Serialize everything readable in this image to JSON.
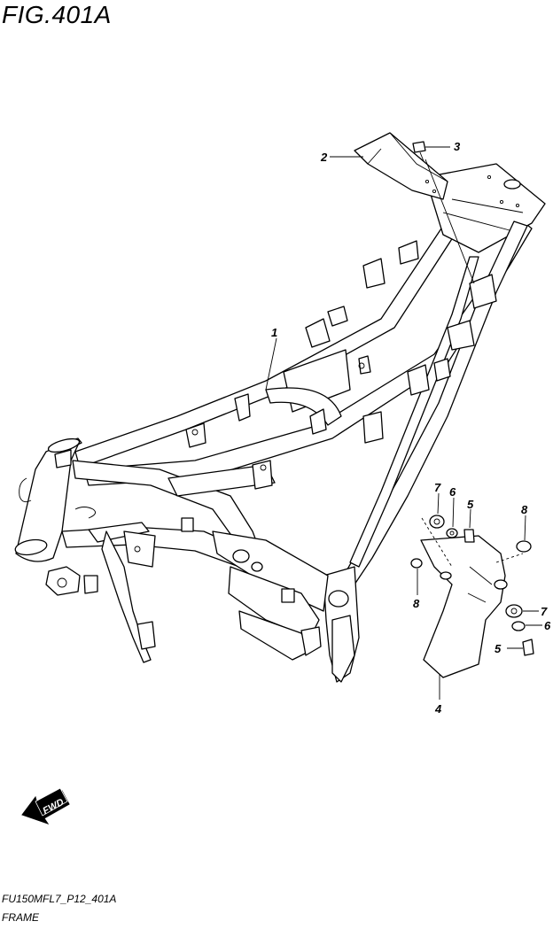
{
  "figure": {
    "title": "FIG.401A",
    "code": "FU150MFL7_P12_401A",
    "name": "FRAME"
  },
  "callouts": [
    "1",
    "2",
    "3",
    "4",
    "5",
    "5",
    "6",
    "6",
    "7",
    "7",
    "8",
    "8"
  ],
  "fwd_label": "FWD"
}
